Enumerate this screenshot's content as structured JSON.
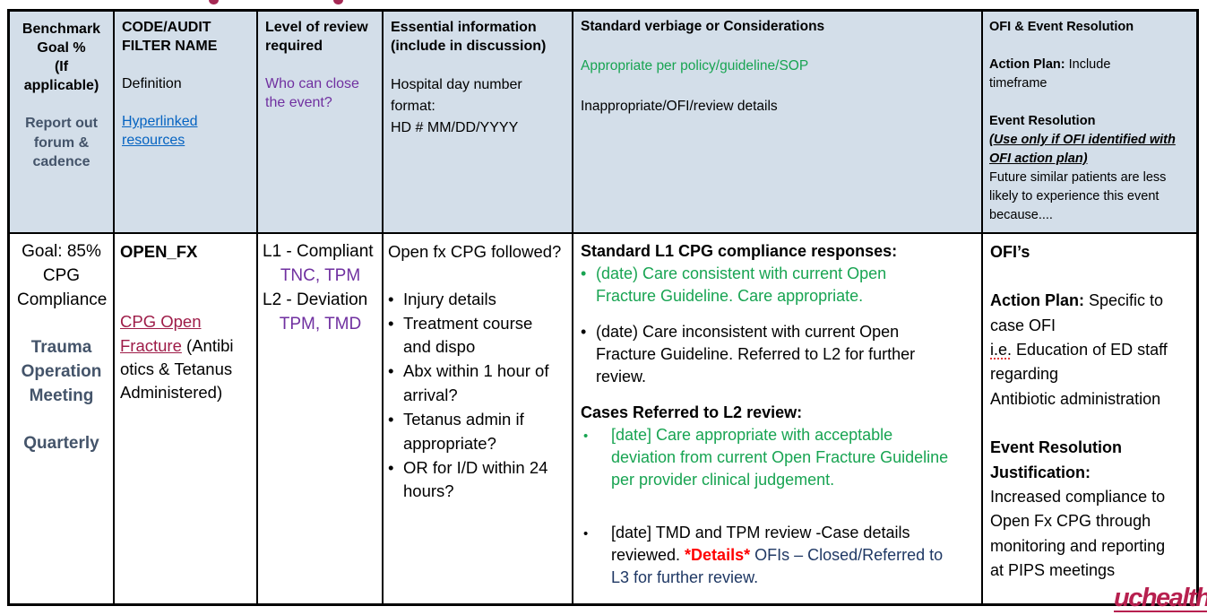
{
  "colors": {
    "header_bg": "#d3dee9",
    "slate_accent": "#44546a",
    "purple_accent": "#7030a0",
    "green_accent": "#18a452",
    "navy_accent": "#1f3864",
    "alert_red": "#ff0000",
    "hyperlink_blue": "#0563c1",
    "maroon_link": "#9e1c48",
    "brand_crimson": "#b7204f"
  },
  "header": {
    "benchmark": {
      "title": "Benchmark\nGoal %\n(If\napplicable)",
      "subtitle": "Report out\nforum &\ncadence"
    },
    "code": {
      "title": "CODE/AUDIT\nFILTER NAME",
      "definition_label": "Definition",
      "link": "Hyperlinked\nresources"
    },
    "review": {
      "title": "Level of review\nrequired",
      "who": "Who can close\nthe event?"
    },
    "essential": {
      "title": "Essential information\n(include in discussion)",
      "format": "Hospital day number\nformat:\nHD # MM/DD/YYYY"
    },
    "verbiage": {
      "title": "Standard verbiage or Considerations",
      "appropriate": "Appropriate per policy/guideline/SOP",
      "inappropriate": "Inappropriate/OFI/review details"
    },
    "ofi": {
      "title": "OFI & Event Resolution",
      "action_label": "Action Plan:",
      "action_text": " Include\ntimeframe",
      "resolution_label": "Event Resolution",
      "resolution_note": "(Use only if OFI identified with\nOFI action plan)",
      "resolution_text": "Future similar patients are less\nlikely to experience this event\nbecause...."
    }
  },
  "row": {
    "benchmark": {
      "goal": "Goal: 85%\nCPG\nCompliance",
      "forum": "Trauma\nOperation\nMeeting",
      "cadence": "Quarterly"
    },
    "code": {
      "name": "OPEN_FX",
      "link": "CPG Open\nFracture",
      "definition_rest": "  (Antibi\notics & Tetanus\nAdministered)"
    },
    "review": {
      "l1": "L1 - Compliant",
      "l1_who": "TNC, TPM",
      "l2": "L2 - Deviation",
      "l2_who": "TPM, TMD"
    },
    "essential": {
      "question": "Open fx CPG followed?",
      "bullets": [
        "Injury details",
        "Treatment course\nand dispo",
        "Abx within 1 hour of\narrival?",
        "Tetanus admin if\nappropriate?",
        "OR for I/D within 24\nhours?"
      ]
    },
    "verbiage": {
      "heading1": "Standard L1 CPG compliance responses:",
      "bullet1": "(date) Care consistent with current Open\nFracture Guideline. Care appropriate.",
      "bullet2": "(date) Care inconsistent with current Open\nFracture Guideline. Referred to L2 for further\nreview.",
      "heading2": "Cases Referred to L2 review:",
      "bullet3": "[date] Care appropriate with acceptable\ndeviation from current Open Fracture Guideline\nper provider clinical judgement.",
      "bullet4_black": "[date] TMD and TPM review -Case details\nreviewed. ",
      "bullet4_red": "*Details*",
      "bullet4_navy": " OFIs – Closed/Referred to\nL3 for further review.",
      "bullet_char": "•"
    },
    "ofi": {
      "heading": "OFI’s",
      "action_label": "Action Plan:",
      "action_text": " Specific to\ncase OFI",
      "ie": "i.e.",
      "ie_text": " Education of ED staff\nregarding",
      "line2": "Antibiotic administration",
      "resolution_label": "Event Resolution\nJustification:",
      "resolution_text": "Increased compliance to\nOpen Fx CPG through\nmonitoring and reporting\nat PIPS meetings"
    }
  },
  "logo": "uchealth"
}
